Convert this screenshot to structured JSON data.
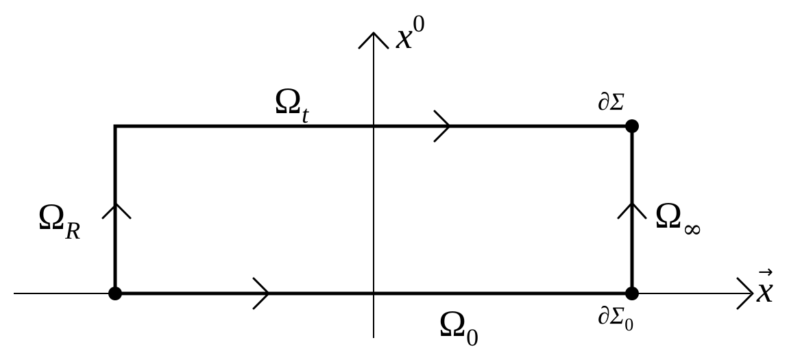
{
  "axes": {
    "vertical_label": {
      "base": "x",
      "sup": "0"
    },
    "horizontal_label": {
      "base": "x",
      "accent": "→"
    }
  },
  "contour": {
    "top": {
      "base": "Ω",
      "sub": "t"
    },
    "left": {
      "base": "Ω",
      "sub": "R"
    },
    "right": {
      "base": "Ω",
      "sub": "∞"
    },
    "bottom": {
      "base": "Ω",
      "sub": "0"
    }
  },
  "points": {
    "top_right": {
      "base": "∂Σ"
    },
    "bottom_right": {
      "base": "∂Σ",
      "sub": "0"
    }
  }
}
